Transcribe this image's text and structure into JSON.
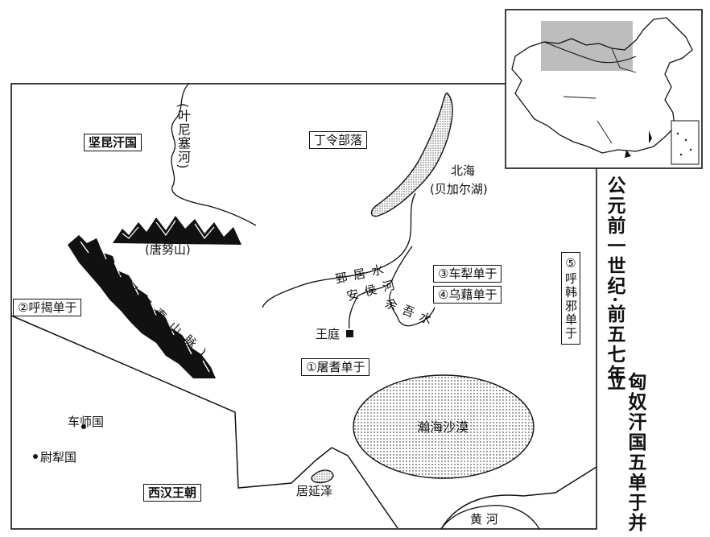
{
  "title_top": "公元前一世纪·前五七年",
  "title_bottom": "匈奴汗国五单于并立",
  "regions": {
    "jiankun": "坚昆汗国",
    "dingling": "丁令部落",
    "xihan": "西汉王朝"
  },
  "chanyu": {
    "c1": "①屠耆单于",
    "c2": "②呼揭单于",
    "c3": "③车犁单于",
    "c4": "④乌藉单于",
    "c5": "⑤呼韩邪单于"
  },
  "features": {
    "yenisei": "(叶尼塞河)",
    "tannu": "(唐努山)",
    "altai": "(阿尔泰山脉)",
    "beihai": "北海",
    "baikal": "(贝加尔湖)",
    "zhiju": "郅居水",
    "anhou": "安侯河",
    "yuwu": "余吾水",
    "wangting": "王庭",
    "hanhai": "瀚海沙漠",
    "juyan": "居延泽",
    "huanghe": "黄 河",
    "cheshi": "车师国",
    "yuli": "尉犁国"
  },
  "icons": [
    "mountain-icon",
    "capital-square-icon",
    "city-dot-icon",
    "lake-icon",
    "desert-icon"
  ],
  "colors": {
    "ink": "#111111",
    "paper": "#ffffff"
  }
}
